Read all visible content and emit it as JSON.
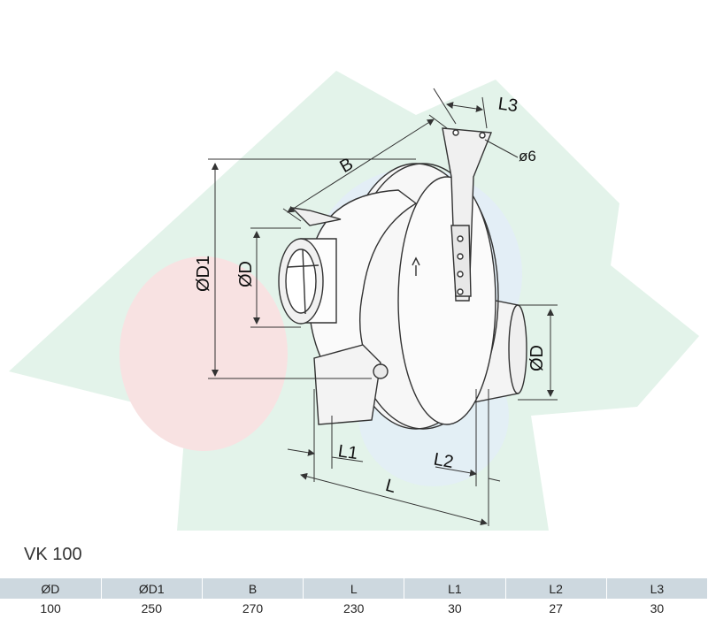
{
  "diagram": {
    "labels": {
      "b": "B",
      "l3": "L3",
      "hole": "ø6",
      "d1": "ØD1",
      "d_inlet": "ØD",
      "d_outlet": "ØD",
      "l1": "L1",
      "l2": "L2",
      "l": "L"
    },
    "watermark": {
      "colors": {
        "green": "#e3f3ea",
        "red": "#f8e2e2",
        "blue": "#e2edf7"
      }
    }
  },
  "model_title": "VK 100",
  "spec_table": {
    "headers": [
      "ØD",
      "ØD1",
      "B",
      "L",
      "L1",
      "L2",
      "L3"
    ],
    "rows": [
      [
        "100",
        "250",
        "270",
        "230",
        "30",
        "27",
        "30"
      ]
    ]
  }
}
